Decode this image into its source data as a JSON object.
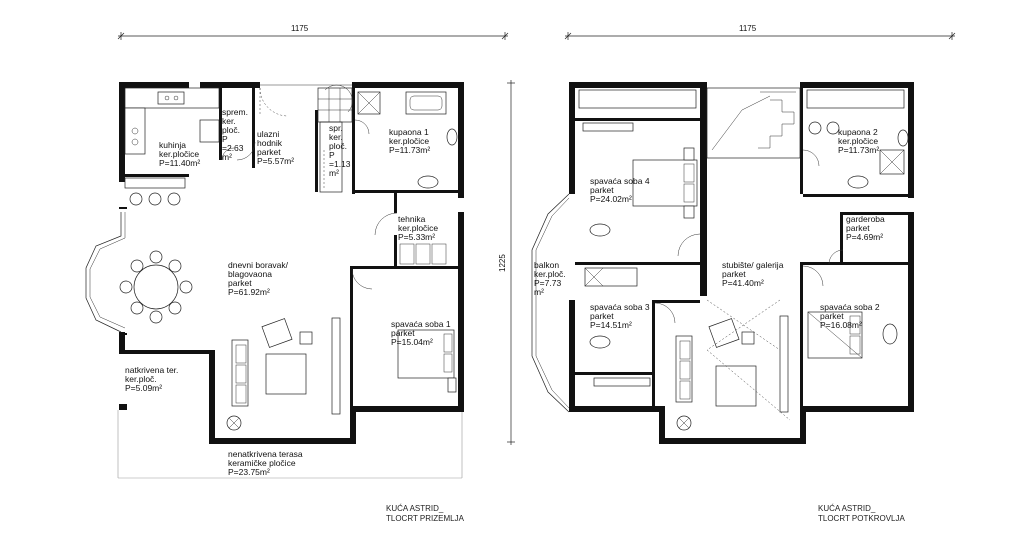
{
  "dimensions": {
    "width_left": "1175",
    "width_right": "1175",
    "height": "1225"
  },
  "captions": {
    "ground": {
      "line1": "KUĆA ASTRID_",
      "line2": "TLOCRT PRIZEMLJA"
    },
    "attic": {
      "line1": "KUĆA ASTRID_",
      "line2": "TLOCRT POTKROVLJA"
    }
  },
  "ground_rooms": {
    "kuhinja": {
      "l1": "kuhinja",
      "l2": "ker.pločice",
      "l3": "P=11.40m²"
    },
    "sprem": {
      "l1": "sprem.",
      "l2": "ker.",
      "l3": "ploč.",
      "l4": "P",
      "l5": "=2.63",
      "l6": "m²"
    },
    "hodnik": {
      "l1": "ulazni",
      "l2": "hodnik",
      "l3": "parket",
      "l4": "P=5.57m²"
    },
    "spr": {
      "l1": "spr.",
      "l2": "ker.",
      "l3": "ploč.",
      "l4": "P",
      "l5": "=1.13",
      "l6": "m²"
    },
    "kupaona1": {
      "l1": "kupaona 1",
      "l2": "ker.pločice",
      "l3": "P=11.73m²"
    },
    "tehnika": {
      "l1": "tehnika",
      "l2": "ker.pločice",
      "l3": "P=5.33m²"
    },
    "boravak": {
      "l1": "dnevni boravak/",
      "l2": "blagovaona",
      "l3": "parket",
      "l4": "P=61.92m²"
    },
    "soba1": {
      "l1": "spavaća soba 1",
      "l2": "parket",
      "l3": "P=15.04m²"
    },
    "natkrivena": {
      "l1": "natkrivena ter.",
      "l2": "ker.ploč.",
      "l3": "P=5.09m²"
    },
    "terasa": {
      "l1": "nenatkrivena terasa",
      "l2": "keramičke pločice",
      "l3": "P=23.75m²"
    }
  },
  "attic_rooms": {
    "soba4": {
      "l1": "spavaća soba 4",
      "l2": "parket",
      "l3": "P=24.02m²"
    },
    "kupaona2": {
      "l1": "kupaona 2",
      "l2": "ker.pločice",
      "l3": "P=11.73m²"
    },
    "garderoba": {
      "l1": "garderoba",
      "l2": "parket",
      "l3": "P=4.69m²"
    },
    "balkon": {
      "l1": "balkon",
      "l2": "ker.ploč.",
      "l3": "P=7.73",
      "l4": "m²"
    },
    "galerija": {
      "l1": "stubište/ galerija",
      "l2": "parket",
      "l3": "P=41.40m²"
    },
    "soba3": {
      "l1": "spavaća soba 3",
      "l2": "parket",
      "l3": "P=14.51m²"
    },
    "soba2": {
      "l1": "spavaća soba 2",
      "l2": "parket",
      "l3": "P=16.08m²"
    }
  }
}
